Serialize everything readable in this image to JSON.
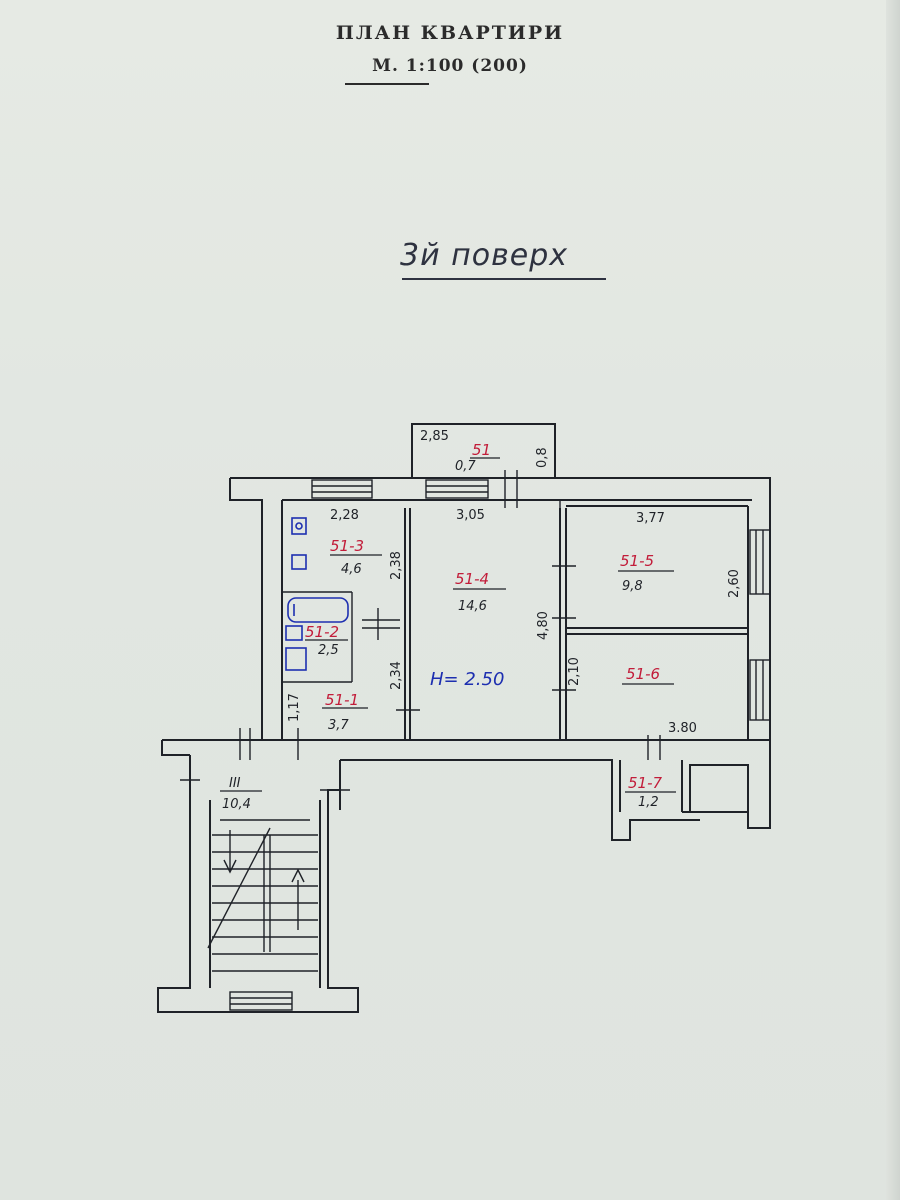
{
  "header": {
    "title": "ПЛАН КВАРТИРИ",
    "scale": "М. 1:100 (200)"
  },
  "floor_label": "3й поверх",
  "height_note": "H= 2.50",
  "rooms": [
    {
      "id": "51",
      "area": "0,7"
    },
    {
      "id": "51-3",
      "area": "4,6"
    },
    {
      "id": "51-2",
      "area": "2,5"
    },
    {
      "id": "51-1",
      "area": "3,7"
    },
    {
      "id": "51-4",
      "area": "14,6"
    },
    {
      "id": "51-5",
      "area": "9,8"
    },
    {
      "id": "51-6",
      "area": ""
    },
    {
      "id": "51-7",
      "area": "1,2"
    },
    {
      "id": "III",
      "area": "10,4"
    }
  ],
  "dimensions": {
    "balcony_width": "2,85",
    "balcony_depth": "0,8",
    "bath_width": "2,28",
    "room4_width": "3,05",
    "room5_width": "3,77",
    "bath_height": "2,38",
    "room4_depth": "4,80",
    "room5_depth": "2,60",
    "hall_height": "2,34",
    "corridor_width": "1,17",
    "room6_depth": "2,10",
    "room6_width": "3.80"
  },
  "colors": {
    "ink": "#1f2228",
    "red_ink": "#c21d3a",
    "blue_ink": "#1d2fb0",
    "paper": "#e3e8e3"
  }
}
